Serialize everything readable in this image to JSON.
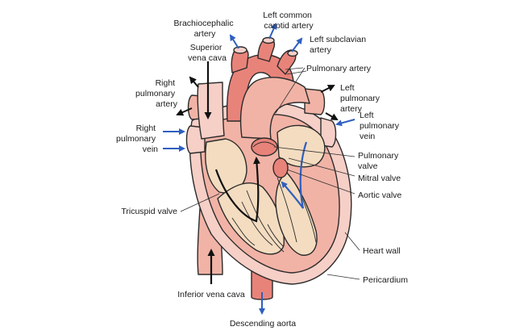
{
  "labels": {
    "brachiocephalic": [
      "Brachiocephalic",
      "artery"
    ],
    "left_common_carotid": [
      "Left common",
      "carotid artery"
    ],
    "left_subclavian": [
      "Left subclavian",
      "artery"
    ],
    "superior_vena_cava": [
      "Superior",
      "vena cava"
    ],
    "pulmonary_artery": [
      "Pulmonary artery"
    ],
    "right_pulmonary_artery": [
      "Right",
      "pulmonary",
      "artery"
    ],
    "left_pulmonary_artery": [
      "Left",
      "pulmonary",
      "artery"
    ],
    "right_pulmonary_vein": [
      "Right",
      "pulmonary",
      "vein"
    ],
    "left_pulmonary_vein": [
      "Left",
      "pulmonary",
      "vein"
    ],
    "pulmonary_valve": [
      "Pulmonary",
      "valve"
    ],
    "mitral_valve": [
      "Mitral valve"
    ],
    "aortic_valve": [
      "Aortic valve"
    ],
    "tricuspid_valve": [
      "Tricuspid valve"
    ],
    "heart_wall": [
      "Heart wall"
    ],
    "pericardium": [
      "Pericardium"
    ],
    "inferior_vena_cava": [
      "Inferior vena cava"
    ],
    "descending_aorta": [
      "Descending aorta"
    ]
  },
  "colors": {
    "tissue_light": "#f6cfc7",
    "tissue_mid": "#f1b3a6",
    "tissue_dark": "#e8837a",
    "chamber_tan": "#f3dcc0",
    "arrow_blue": "#2f5fbf",
    "arrow_black": "#111111"
  }
}
